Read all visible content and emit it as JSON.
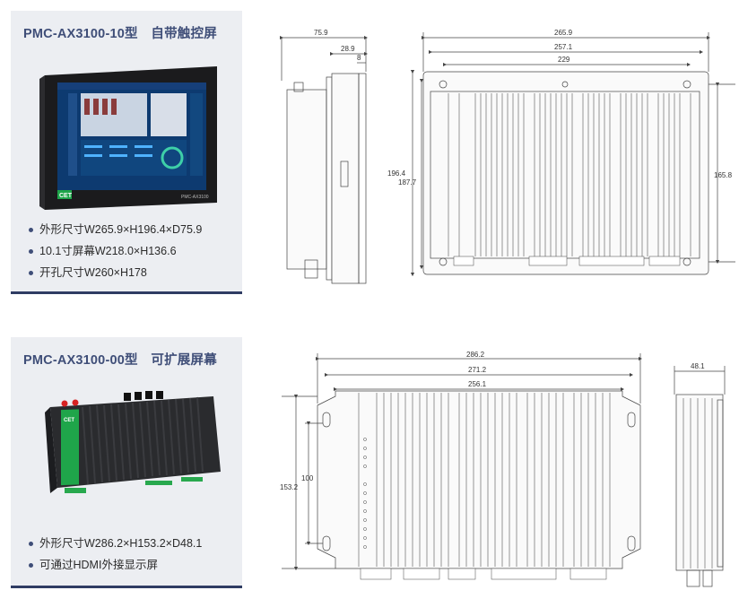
{
  "products": [
    {
      "title": "PMC-AX3100-10型　自带触控屏",
      "bullets": [
        "外形尺寸W265.9×H196.4×D75.9",
        "10.1寸屏幕W218.0×H136.6",
        "开孔尺寸W260×H178"
      ],
      "device_logo": "CET",
      "device_model_label": "PMC-AX3100",
      "drawing": {
        "side_dims": [
          "75.9",
          "28.9",
          "8"
        ],
        "front_dims_top": [
          "265.9",
          "257.1",
          "229"
        ],
        "front_dims_left": [
          "196.4",
          "187.7"
        ],
        "front_dims_right": "165.8"
      }
    },
    {
      "title": "PMC-AX3100-00型　可扩展屏幕",
      "bullets": [
        "外形尺寸W286.2×H153.2×D48.1",
        "可通过HDMI外接显示屏"
      ],
      "device_logo": "CET",
      "drawing": {
        "front_dims_top": [
          "286.2",
          "271.2",
          "256.1"
        ],
        "front_dims_left": [
          "153.2",
          "100"
        ],
        "side_dims": [
          "48.1"
        ]
      }
    }
  ],
  "colors": {
    "accent": "#3f4e78",
    "card_bg": "#eceef2",
    "footer_bar": "#2f3c63"
  }
}
